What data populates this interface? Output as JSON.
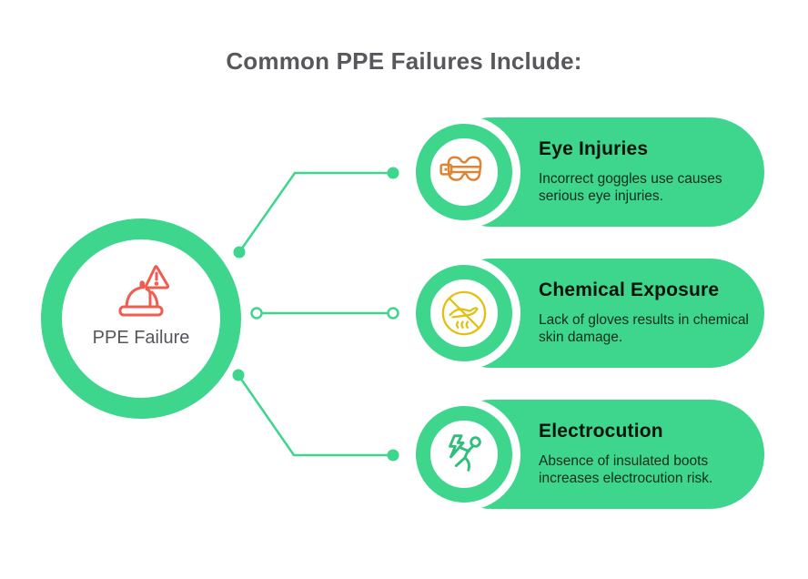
{
  "title": "Common PPE Failures Include:",
  "colors": {
    "accent_green": "#3DD68C",
    "center_icon_red": "#F15B50",
    "eye_icon_orange": "#DD8433",
    "chemical_icon_yellow": "#E2C115",
    "title_gray": "#57585B",
    "center_label_gray": "#54565B",
    "card_title_black": "#06130B",
    "card_desc_dark": "#102D1D"
  },
  "center": {
    "label": "PPE Failure",
    "icon": "hardhat-warning-icon"
  },
  "items": [
    {
      "title": "Eye Injuries",
      "description": "Incorrect goggles use causes serious eye injuries.",
      "icon": "safety-goggles-icon",
      "icon_color": "#DD8433"
    },
    {
      "title": "Chemical Exposure",
      "description": "Lack of gloves results in chemical skin damage.",
      "icon": "no-touch-hand-icon",
      "icon_color": "#E2C115"
    },
    {
      "title": "Electrocution",
      "description": "Absence of insulated boots increases electrocution risk.",
      "icon": "falling-person-shock-icon",
      "icon_color": "#3DD68C"
    }
  ]
}
